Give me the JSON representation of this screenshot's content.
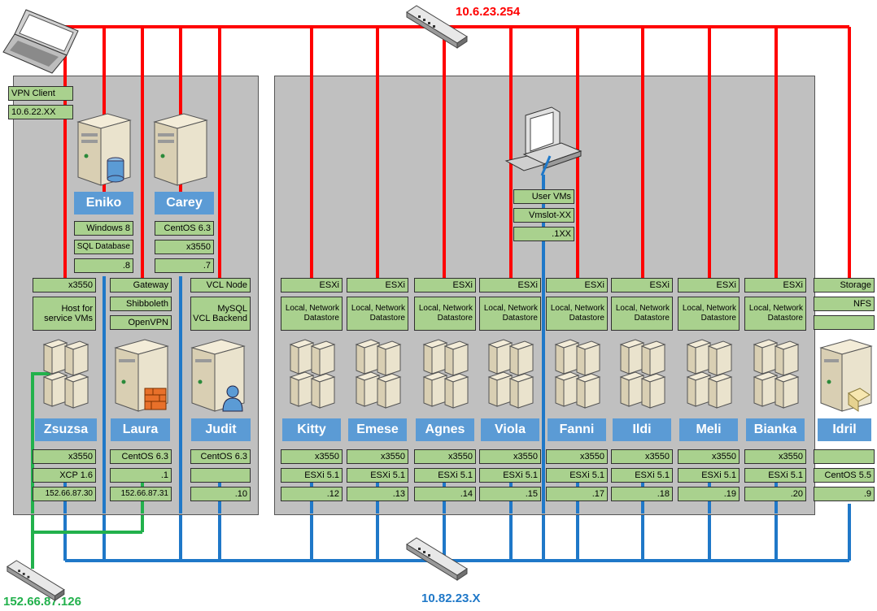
{
  "networks": {
    "private_top": "10.6.23.254",
    "public": "152.66.87.126",
    "storage_bottom": "10.82.23.X"
  },
  "colors": {
    "red_network": "#ff0000",
    "blue_network": "#1f78c8",
    "green_network": "#22b14c",
    "label_fill": "#a9d18e",
    "name_fill": "#5b9bd5",
    "panel": "#c0c0c0"
  },
  "vpn_client": {
    "label": "VPN Client",
    "ip": "10.6.22.XX",
    "icon": "laptop-icon"
  },
  "user_vm_pc": {
    "label": "User VMs",
    "slot": "Vmslot-XX",
    "ip": ".1XX",
    "icon": "desktop-computer-icon"
  },
  "top_servers": [
    {
      "name": "Eniko",
      "os": "Windows 8",
      "role": "SQL Database",
      "ip": ".8",
      "icon": "database-server-icon"
    },
    {
      "name": "Carey",
      "os": "CentOS 6.3",
      "hw": "x3550",
      "ip": ".7",
      "icon": "tower-server-icon"
    }
  ],
  "service_hosts": [
    {
      "name": "Zsuzsa",
      "tags": [
        "x3550",
        "Host for\nservice VMs"
      ],
      "bottom": [
        "x3550",
        "XCP 1.6",
        "152.66.87.30"
      ],
      "icon": "server-cluster-icon"
    },
    {
      "name": "Laura",
      "tags": [
        "Gateway",
        "Shibboleth",
        "OpenVPN"
      ],
      "bottom": [
        "CentOS 6.3",
        ".1",
        "152.66.87.31"
      ],
      "icon": "firewall-server-icon"
    },
    {
      "name": "Judit",
      "tags": [
        "VCL Node",
        "MySQL\nVCL Backend"
      ],
      "bottom": [
        "CentOS 6.3",
        "",
        ".10"
      ],
      "icon": "user-server-icon"
    }
  ],
  "esxi_hosts": [
    {
      "name": "Kitty",
      "tag": "ESXi",
      "store": "Local, Network\nDatastore",
      "hw": "x3550",
      "os": "ESXi 5.1",
      "ip": ".12"
    },
    {
      "name": "Emese",
      "tag": "ESXi",
      "store": "Local, Network\nDatastore",
      "hw": "x3550",
      "os": "ESXi 5.1",
      "ip": ".13"
    },
    {
      "name": "Agnes",
      "tag": "ESXi",
      "store": "Local, Network\nDatastore",
      "hw": "x3550",
      "os": "ESXi 5.1",
      "ip": ".14"
    },
    {
      "name": "Viola",
      "tag": "ESXi",
      "store": "Local, Network\nDatastore",
      "hw": "x3550",
      "os": "ESXi 5.1",
      "ip": ".15"
    },
    {
      "name": "Fanni",
      "tag": "ESXi",
      "store": "Local, Network\nDatastore",
      "hw": "x3550",
      "os": "ESXi 5.1",
      "ip": ".17"
    },
    {
      "name": "Ildi",
      "tag": "ESXi",
      "store": "Local, Network\nDatastore",
      "hw": "x3550",
      "os": "ESXi 5.1",
      "ip": ".18"
    },
    {
      "name": "Meli",
      "tag": "ESXi",
      "store": "Local, Network\nDatastore",
      "hw": "x3550",
      "os": "ESXi 5.1",
      "ip": ".19"
    },
    {
      "name": "Bianka",
      "tag": "ESXi",
      "store": "Local, Network\nDatastore",
      "hw": "x3550",
      "os": "ESXi 5.1",
      "ip": ".20"
    }
  ],
  "storage": {
    "name": "Idril",
    "tags": [
      "Storage",
      "NFS",
      ""
    ],
    "bottom": [
      "",
      "CentOS 5.5",
      ".9"
    ],
    "icon": "file-server-icon"
  }
}
